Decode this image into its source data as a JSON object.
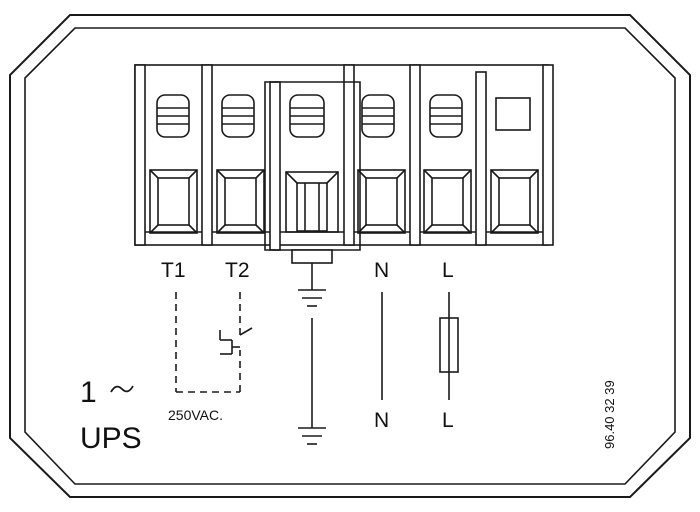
{
  "terminals": {
    "t1": "T1",
    "t2": "T2",
    "n_top": "N",
    "l_top": "L",
    "n_bottom": "N",
    "l_bottom": "L"
  },
  "voltage_label": "250VAC.",
  "phase_label": "1",
  "phase_symbol": "~",
  "product_label": "UPS",
  "drawing_number": "96.40 32 39",
  "icons": [
    "ground-symbol",
    "fuse-symbol",
    "thermal-switch-symbol",
    "terminal-block"
  ]
}
